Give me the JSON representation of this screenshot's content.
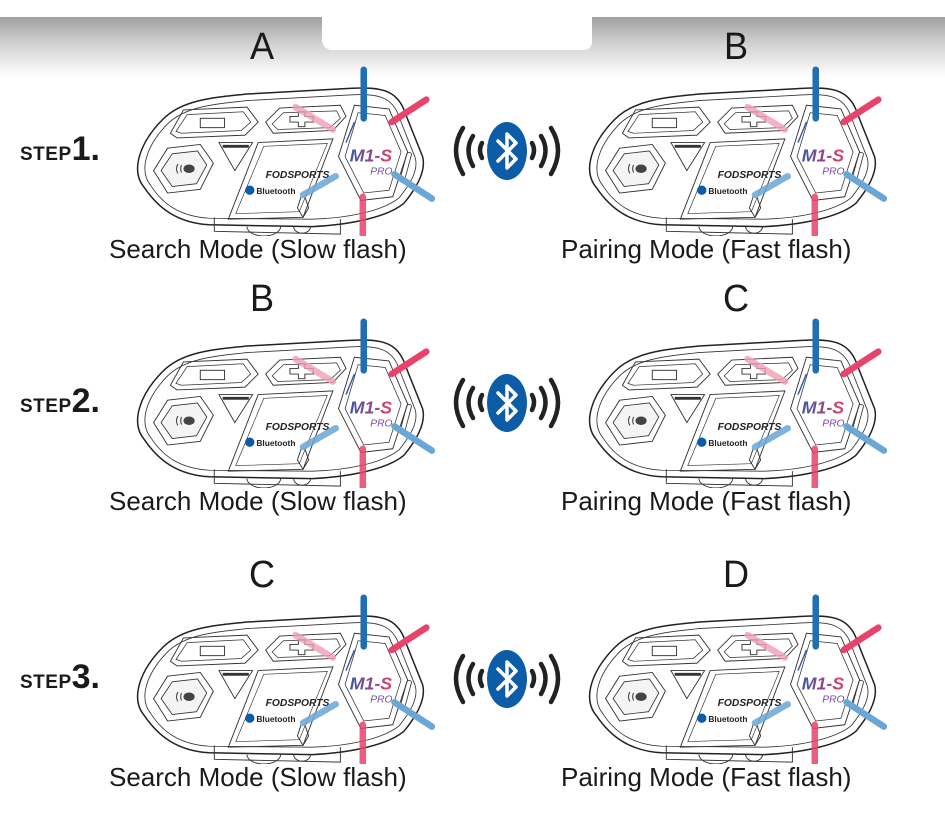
{
  "colors": {
    "led_blue": "#1f6fb5",
    "led_red": "#e8436b",
    "led_blue_light": "#6aa6d6",
    "led_red_light": "#f0a0b6",
    "bluetooth_badge": "#0d5ca8",
    "logo_gradient_start": "#3a55a8",
    "logo_gradient_end": "#e0436a"
  },
  "rows": [
    {
      "step_word": "STEP",
      "step_number": "1.",
      "left": {
        "label": "A",
        "caption": "Search Mode (Slow flash)"
      },
      "right": {
        "label": "B",
        "caption": "Pairing Mode (Fast flash)"
      },
      "connector_icon": "bluetooth-icon"
    },
    {
      "step_word": "STEP",
      "step_number": "2.",
      "left": {
        "label": "B",
        "caption": "Search Mode (Slow flash)"
      },
      "right": {
        "label": "C",
        "caption": "Pairing Mode (Fast flash)"
      },
      "connector_icon": "bluetooth-icon"
    },
    {
      "step_word": "STEP",
      "step_number": "3.",
      "left": {
        "label": "C",
        "caption": "Search Mode (Slow flash)"
      },
      "right": {
        "label": "D",
        "caption": "Pairing Mode (Fast flash)"
      },
      "connector_icon": "bluetooth-icon"
    }
  ],
  "device": {
    "brand": "FODSPORTS",
    "bluetooth_text": "Bluetooth",
    "model": "M1-S",
    "model_suffix": "PRO",
    "minus_button": "minus",
    "plus_button": "plus"
  }
}
